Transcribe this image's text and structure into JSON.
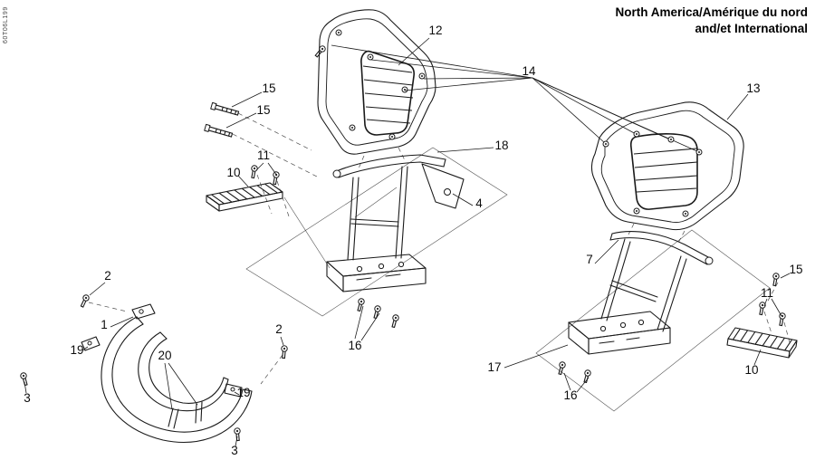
{
  "colors": {
    "ink": "#1a1a1a",
    "paper": "#ffffff"
  },
  "title": {
    "line1": "North America/Amérique du nord",
    "line2": "and/et International"
  },
  "side_code": "60T06L199",
  "callouts": [
    {
      "label": "12"
    },
    {
      "label": "14"
    },
    {
      "label": "13"
    },
    {
      "label": "15"
    },
    {
      "label": "15"
    },
    {
      "label": "18"
    },
    {
      "label": "10"
    },
    {
      "label": "11"
    },
    {
      "label": "4"
    },
    {
      "label": "2"
    },
    {
      "label": "1"
    },
    {
      "label": "19"
    },
    {
      "label": "20"
    },
    {
      "label": "2"
    },
    {
      "label": "19"
    },
    {
      "label": "3"
    },
    {
      "label": "3"
    },
    {
      "label": "16"
    },
    {
      "label": "7"
    },
    {
      "label": "15"
    },
    {
      "label": "11"
    },
    {
      "label": "17"
    },
    {
      "label": "10"
    },
    {
      "label": "16"
    }
  ]
}
